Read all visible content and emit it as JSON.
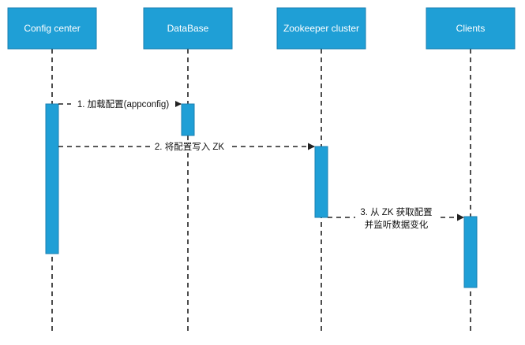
{
  "colors": {
    "actor_fill": "#1f9fd6",
    "line": "#222222",
    "label_text": "#ffffff"
  },
  "actors": [
    {
      "id": "config",
      "label": "Config center"
    },
    {
      "id": "db",
      "label": "DataBase"
    },
    {
      "id": "zk",
      "label": "Zookeeper cluster"
    },
    {
      "id": "clients",
      "label": "Clients"
    }
  ],
  "messages": [
    {
      "from": "config",
      "to": "db",
      "lines": [
        "1. 加载配置(appconfig)"
      ]
    },
    {
      "from": "config",
      "to": "zk",
      "lines": [
        "2. 将配置写入 ZK"
      ]
    },
    {
      "from": "zk",
      "to": "clients",
      "lines": [
        "3. 从 ZK 获取配置",
        "并监听数据变化"
      ]
    }
  ]
}
